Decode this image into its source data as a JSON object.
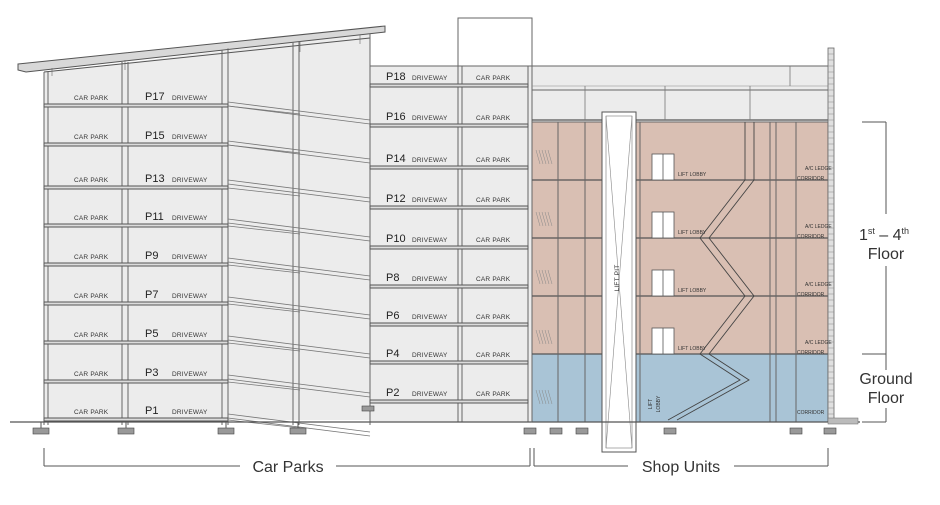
{
  "left_levels": [
    {
      "level": "P17",
      "car": "CAR PARK",
      "drive": "DRIVEWAY"
    },
    {
      "level": "P15",
      "car": "CAR PARK",
      "drive": "DRIVEWAY"
    },
    {
      "level": "P13",
      "car": "CAR PARK",
      "drive": "DRIVEWAY"
    },
    {
      "level": "P11",
      "car": "CAR PARK",
      "drive": "DRIVEWAY"
    },
    {
      "level": "P9",
      "car": "CAR PARK",
      "drive": "DRIVEWAY"
    },
    {
      "level": "P7",
      "car": "CAR PARK",
      "drive": "DRIVEWAY"
    },
    {
      "level": "P5",
      "car": "CAR PARK",
      "drive": "DRIVEWAY"
    },
    {
      "level": "P3",
      "car": "CAR PARK",
      "drive": "DRIVEWAY"
    },
    {
      "level": "P1",
      "car": "CAR PARK",
      "drive": "DRIVEWAY"
    }
  ],
  "right_levels": [
    {
      "level": "P18",
      "car": "CAR PARK",
      "drive": "DRIVEWAY"
    },
    {
      "level": "P16",
      "car": "CAR PARK",
      "drive": "DRIVEWAY"
    },
    {
      "level": "P14",
      "car": "CAR PARK",
      "drive": "DRIVEWAY"
    },
    {
      "level": "P12",
      "car": "CAR PARK",
      "drive": "DRIVEWAY"
    },
    {
      "level": "P10",
      "car": "CAR PARK",
      "drive": "DRIVEWAY"
    },
    {
      "level": "P8",
      "car": "CAR PARK",
      "drive": "DRIVEWAY"
    },
    {
      "level": "P6",
      "car": "CAR PARK",
      "drive": "DRIVEWAY"
    },
    {
      "level": "P4",
      "car": "CAR PARK",
      "drive": "DRIVEWAY"
    },
    {
      "level": "P2",
      "car": "CAR PARK",
      "drive": "DRIVEWAY"
    }
  ],
  "shop": {
    "lift_pit": "LIFT PIT",
    "lift_lobby": "LIFT LOBBY",
    "lift_lobby_ground_1": "LIFT",
    "lift_lobby_ground_2": "LOBBY",
    "corridor": "CORRIDOR",
    "ac_ledge": "A/C LEDGE",
    "upper_floors_count": 4
  },
  "annotations": {
    "upper_1": "1",
    "upper_st": "st",
    "upper_dash": " – 4",
    "upper_th": "th",
    "upper_2": "Floor",
    "ground_1": "Ground",
    "ground_2": "Floor"
  },
  "bottom_labels": {
    "car_parks": "Car Parks",
    "shop_units": "Shop Units"
  },
  "colors": {
    "upper_fill": "#d9bfb3",
    "ground_fill": "#a9c4d6",
    "carpark_fill": "#ececec",
    "line": "#555555"
  }
}
